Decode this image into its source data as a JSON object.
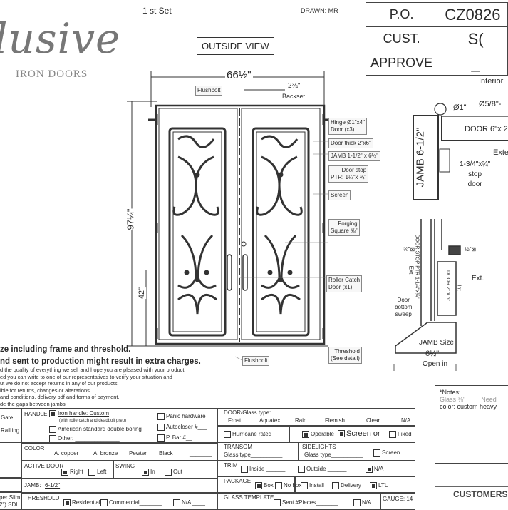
{
  "logo": {
    "script": "lusive",
    "sub": "IRON DOORS"
  },
  "header": {
    "set": "1 st Set",
    "drawn": "DRAWN: MR",
    "view": "OUTSIDE VIEW"
  },
  "po_table": [
    {
      "label": "P.O.",
      "value": "CZ0826"
    },
    {
      "label": "CUST.",
      "value": "S("
    },
    {
      "label": "APPROVE",
      "value": "_"
    }
  ],
  "drawing": {
    "width": "66½\"",
    "height": "97¼\"",
    "handle_height": "42\"",
    "backset": "2¾\"",
    "backset_label": "Backset",
    "labels": {
      "flushbolt_top": "Flushbolt",
      "flushbolt_bottom": "Flushbolt",
      "hinge": [
        "Hinge Ø1\"x4\"",
        "Door (x3)"
      ],
      "door_thick": "Door thick 2\"x6\"",
      "jamb": "JAMB  1-1/2\" x 6½\"",
      "door_stop": [
        "Door stop",
        "PTR: 1¼\"x ¾\""
      ],
      "screen": "Screen",
      "forging": [
        "Forging",
        "Square ⅝\""
      ],
      "roller_catch": [
        "Roller Catch",
        "Door (x1)"
      ],
      "threshold": [
        "Threshold",
        "(See detail)"
      ]
    }
  },
  "jamb_detail": {
    "interior": "Interior",
    "d1": "Ø1\"",
    "d58": "Ø5/8\"-",
    "jamb": "JAMB 6-1/2\"",
    "door": "DOOR 6\"x 2",
    "exterior": "Exte",
    "stop": [
      "1-3/4\"x¾\"",
      "stop",
      "door"
    ]
  },
  "section_detail": {
    "door_stop": "DOOR STOP PTR 1-1/4\"x¾\"",
    "door": "DOOR 2\" x 6\"",
    "ext_left": "Ext.",
    "int": "Int",
    "ext_right": "Ext.",
    "five_eighths": "⅝\"⊠",
    "half": "½\"⊠",
    "sweep": [
      "Door",
      "bottom",
      "sweep"
    ],
    "jamb_size": "JAMB Size",
    "jamb_value": "6½\"",
    "open": "Open in"
  },
  "disclaimer": {
    "bold1": "ze including frame and threshold.",
    "bold2": "nd sent to production might result in extra charges.",
    "lines": [
      "d the quality of everything we sell and hope you are pleased with your product,",
      "ed you can write to one of our representatives to verify your situation and",
      "ut we do not accept returns in any of our products.",
      "ible for returns, changes or alterations.",
      "and conditions, delivery pdf and forms of payment.",
      "de the gaps between jambs"
    ]
  },
  "form": {
    "left_col": {
      "gate": "Gate",
      "railing": "Railling",
      "sdl1": "per Slim",
      "sdl2": "2\") SDL"
    },
    "handle": {
      "label": "HANDLE",
      "iron": "Iron handle: Custom",
      "iron_sub": "(with rollercatch and deadbolt prep)",
      "american": "American standard double boring",
      "other": "Other:",
      "panic": "Panic hardware",
      "autocloser": "Autocloser #",
      "pbar": "P. Bar #"
    },
    "color": {
      "label": "COLOR",
      "options": [
        "A. copper",
        "A. bronze",
        "Pewter",
        "Black"
      ]
    },
    "active_door": {
      "label": "ACTIVE DOOR",
      "right": "Right",
      "left": "Left"
    },
    "swing": {
      "label": "SWING",
      "in": "In",
      "out": "Out"
    },
    "jamb": {
      "label": "JAMB:",
      "value": "6-1/2\""
    },
    "threshold": {
      "label": "THRESHOLD",
      "residential": "Residential",
      "commercial": "Commercial",
      "na": "N/A"
    },
    "glass": {
      "label": "DOOR/Glass type:",
      "options": [
        "Frost",
        "Aquatex",
        "Rain",
        "Flemish",
        "Clear",
        "N/A"
      ]
    },
    "hurricane": "Hurricane rated",
    "operable": "Operable",
    "screen_or": "Screen or",
    "fixed": "Fixed",
    "transom": {
      "label": "TRANSOM",
      "glass": "Glass type"
    },
    "sidelights": {
      "label": "SIDELIGHTS",
      "glass": "Glass type",
      "screen": "Screen"
    },
    "trim": {
      "label": "TRIM",
      "inside": "Inside",
      "outside": "Outside",
      "na": "N/A"
    },
    "package": {
      "label": "PACKAGE",
      "box": "Box",
      "nobox": "No box",
      "install": "Install",
      "delivery": "Delivery",
      "ltl": "LTL"
    },
    "glass_template": {
      "label": "GLASS TEMPLATE",
      "sent": "Sent #Pieces",
      "na": "N/A",
      "gauge": "GAUGE: 14"
    }
  },
  "notes": {
    "title": "*Notes:",
    "glass": "Glass ⅜\"",
    "need": "Need",
    "color": "color: custom heavy"
  },
  "customers": "CUSTOMERS"
}
